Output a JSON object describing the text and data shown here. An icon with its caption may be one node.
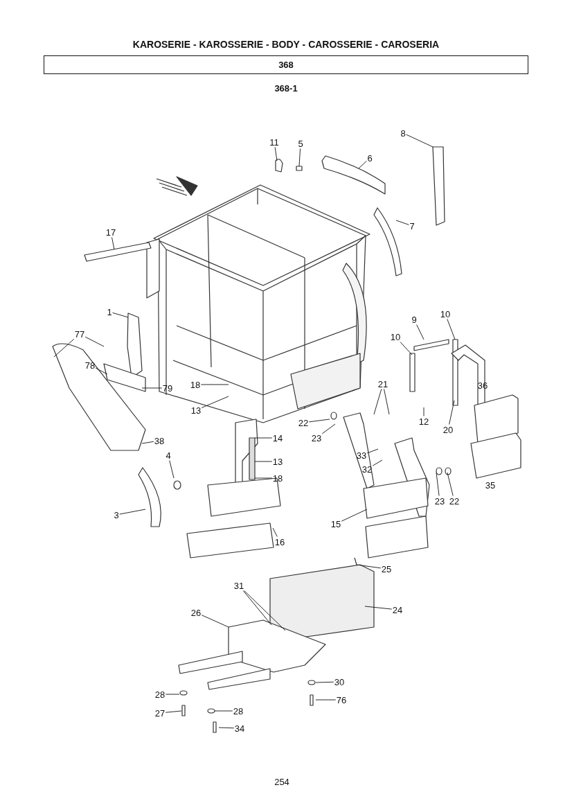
{
  "diagram": {
    "title": "KAROSERIE - KAROSSERIE - BODY - CAROSSERIE - CAROSERIA",
    "nodes": [
      {
        "text": [
          "368"
        ]
      },
      {
        "text": [
          "11"
        ]
      },
      {
        "text": [
          "5"
        ]
      },
      {
        "text": [
          "8"
        ]
      },
      {
        "text": [
          "6"
        ]
      },
      {
        "text": [
          "17"
        ]
      },
      {
        "text": [
          "7"
        ]
      },
      {
        "text": [
          "1"
        ]
      },
      {
        "text": [
          "77"
        ]
      },
      {
        "text": [
          "78"
        ]
      },
      {
        "text": [
          "9"
        ]
      },
      {
        "text": [
          "10"
        ]
      },
      {
        "text": [
          "10"
        ]
      },
      {
        "text": [
          "18"
        ]
      },
      {
        "text": [
          "21"
        ]
      },
      {
        "text": [
          "36"
        ]
      },
      {
        "text": [
          "79"
        ]
      },
      {
        "text": [
          "13"
        ]
      },
      {
        "text": [
          "12"
        ]
      },
      {
        "text": [
          "22"
        ]
      },
      {
        "text": [
          "20"
        ]
      },
      {
        "text": [
          "23"
        ]
      },
      {
        "text": [
          "14"
        ]
      },
      {
        "text": [
          "38"
        ]
      },
      {
        "text": [
          "33"
        ]
      },
      {
        "text": [
          "4"
        ]
      },
      {
        "text": [
          "13"
        ]
      },
      {
        "text": [
          "32"
        ]
      },
      {
        "text": [
          "18"
        ]
      },
      {
        "text": [
          "35"
        ]
      },
      {
        "text": [
          "23"
        ]
      },
      {
        "text": [
          "22"
        ]
      },
      {
        "text": [
          "3"
        ]
      },
      {
        "text": [
          "15"
        ]
      },
      {
        "text": [
          "16"
        ]
      },
      {
        "text": [
          "25"
        ]
      },
      {
        "text": [
          "31"
        ]
      },
      {
        "text": [
          "24"
        ]
      },
      {
        "text": [
          "26"
        ]
      },
      {
        "text": [
          "30"
        ]
      },
      {
        "text": [
          "28"
        ]
      },
      {
        "text": [
          "76"
        ]
      },
      {
        "text": [
          "27"
        ]
      },
      {
        "text": [
          "28"
        ]
      },
      {
        "text": [
          "34"
        ]
      }
    ],
    "edges": [
      {
        "from": 1,
        "to": null,
        "arrow": "none"
      },
      {
        "from": 2,
        "to": null,
        "arrow": "none"
      },
      {
        "from": 3,
        "to": null,
        "arrow": "none"
      },
      {
        "from": 4,
        "to": null,
        "arrow": "none"
      },
      {
        "from": 5,
        "to": null,
        "arrow": "none"
      },
      {
        "from": 6,
        "to": null,
        "arrow": "none"
      },
      {
        "from": 7,
        "to": null,
        "arrow": "none"
      },
      {
        "from": 8,
        "to": null,
        "arrow": "none"
      },
      {
        "from": 8,
        "to": null,
        "arrow": "none"
      },
      {
        "from": 9,
        "to": null,
        "arrow": "none"
      },
      {
        "from": 10,
        "to": null,
        "arrow": "none"
      },
      {
        "from": 11,
        "to": null,
        "arrow": "none"
      },
      {
        "from": 12,
        "to": null,
        "arrow": "none"
      },
      {
        "from": 13,
        "to": null,
        "arrow": "none"
      },
      {
        "from": 14,
        "to": null,
        "arrow": "none"
      },
      {
        "from": 14,
        "to": null,
        "arrow": "none"
      },
      {
        "from": 16,
        "to": null,
        "arrow": "none"
      },
      {
        "from": 17,
        "to": null,
        "arrow": "none"
      },
      {
        "from": 18,
        "to": null,
        "arrow": "none"
      },
      {
        "from": 19,
        "to": null,
        "arrow": "none"
      },
      {
        "from": 20,
        "to": null,
        "arrow": "none"
      },
      {
        "from": 21,
        "to": null,
        "arrow": "none"
      },
      {
        "from": 22,
        "to": null,
        "arrow": "none"
      },
      {
        "from": 23,
        "to": null,
        "arrow": "none"
      },
      {
        "from": 24,
        "to": null,
        "arrow": "none"
      },
      {
        "from": 25,
        "to": null,
        "arrow": "none"
      },
      {
        "from": 26,
        "to": null,
        "arrow": "none"
      },
      {
        "from": 27,
        "to": null,
        "arrow": "none"
      },
      {
        "from": 28,
        "to": null,
        "arrow": "none"
      },
      {
        "from": 30,
        "to": null,
        "arrow": "none"
      },
      {
        "from": 31,
        "to": null,
        "arrow": "none"
      },
      {
        "from": 32,
        "to": null,
        "arrow": "none"
      },
      {
        "from": 33,
        "to": null,
        "arrow": "none"
      },
      {
        "from": 34,
        "to": null,
        "arrow": "none"
      },
      {
        "from": 35,
        "to": null,
        "arrow": "none"
      },
      {
        "from": 36,
        "to": null,
        "arrow": "none"
      },
      {
        "from": 36,
        "to": null,
        "arrow": "none"
      },
      {
        "from": 37,
        "to": null,
        "arrow": "none"
      },
      {
        "from": 38,
        "to": null,
        "arrow": "none"
      },
      {
        "from": 39,
        "to": null,
        "arrow": "none"
      },
      {
        "from": 40,
        "to": null,
        "arrow": "none"
      },
      {
        "from": 41,
        "to": null,
        "arrow": "none"
      },
      {
        "from": 42,
        "to": null,
        "arrow": "none"
      },
      {
        "from": 43,
        "to": null,
        "arrow": "none"
      },
      {
        "from": 44,
        "to": null,
        "arrow": "none"
      }
    ],
    "labels": [
      "368-1",
      "254"
    ]
  }
}
